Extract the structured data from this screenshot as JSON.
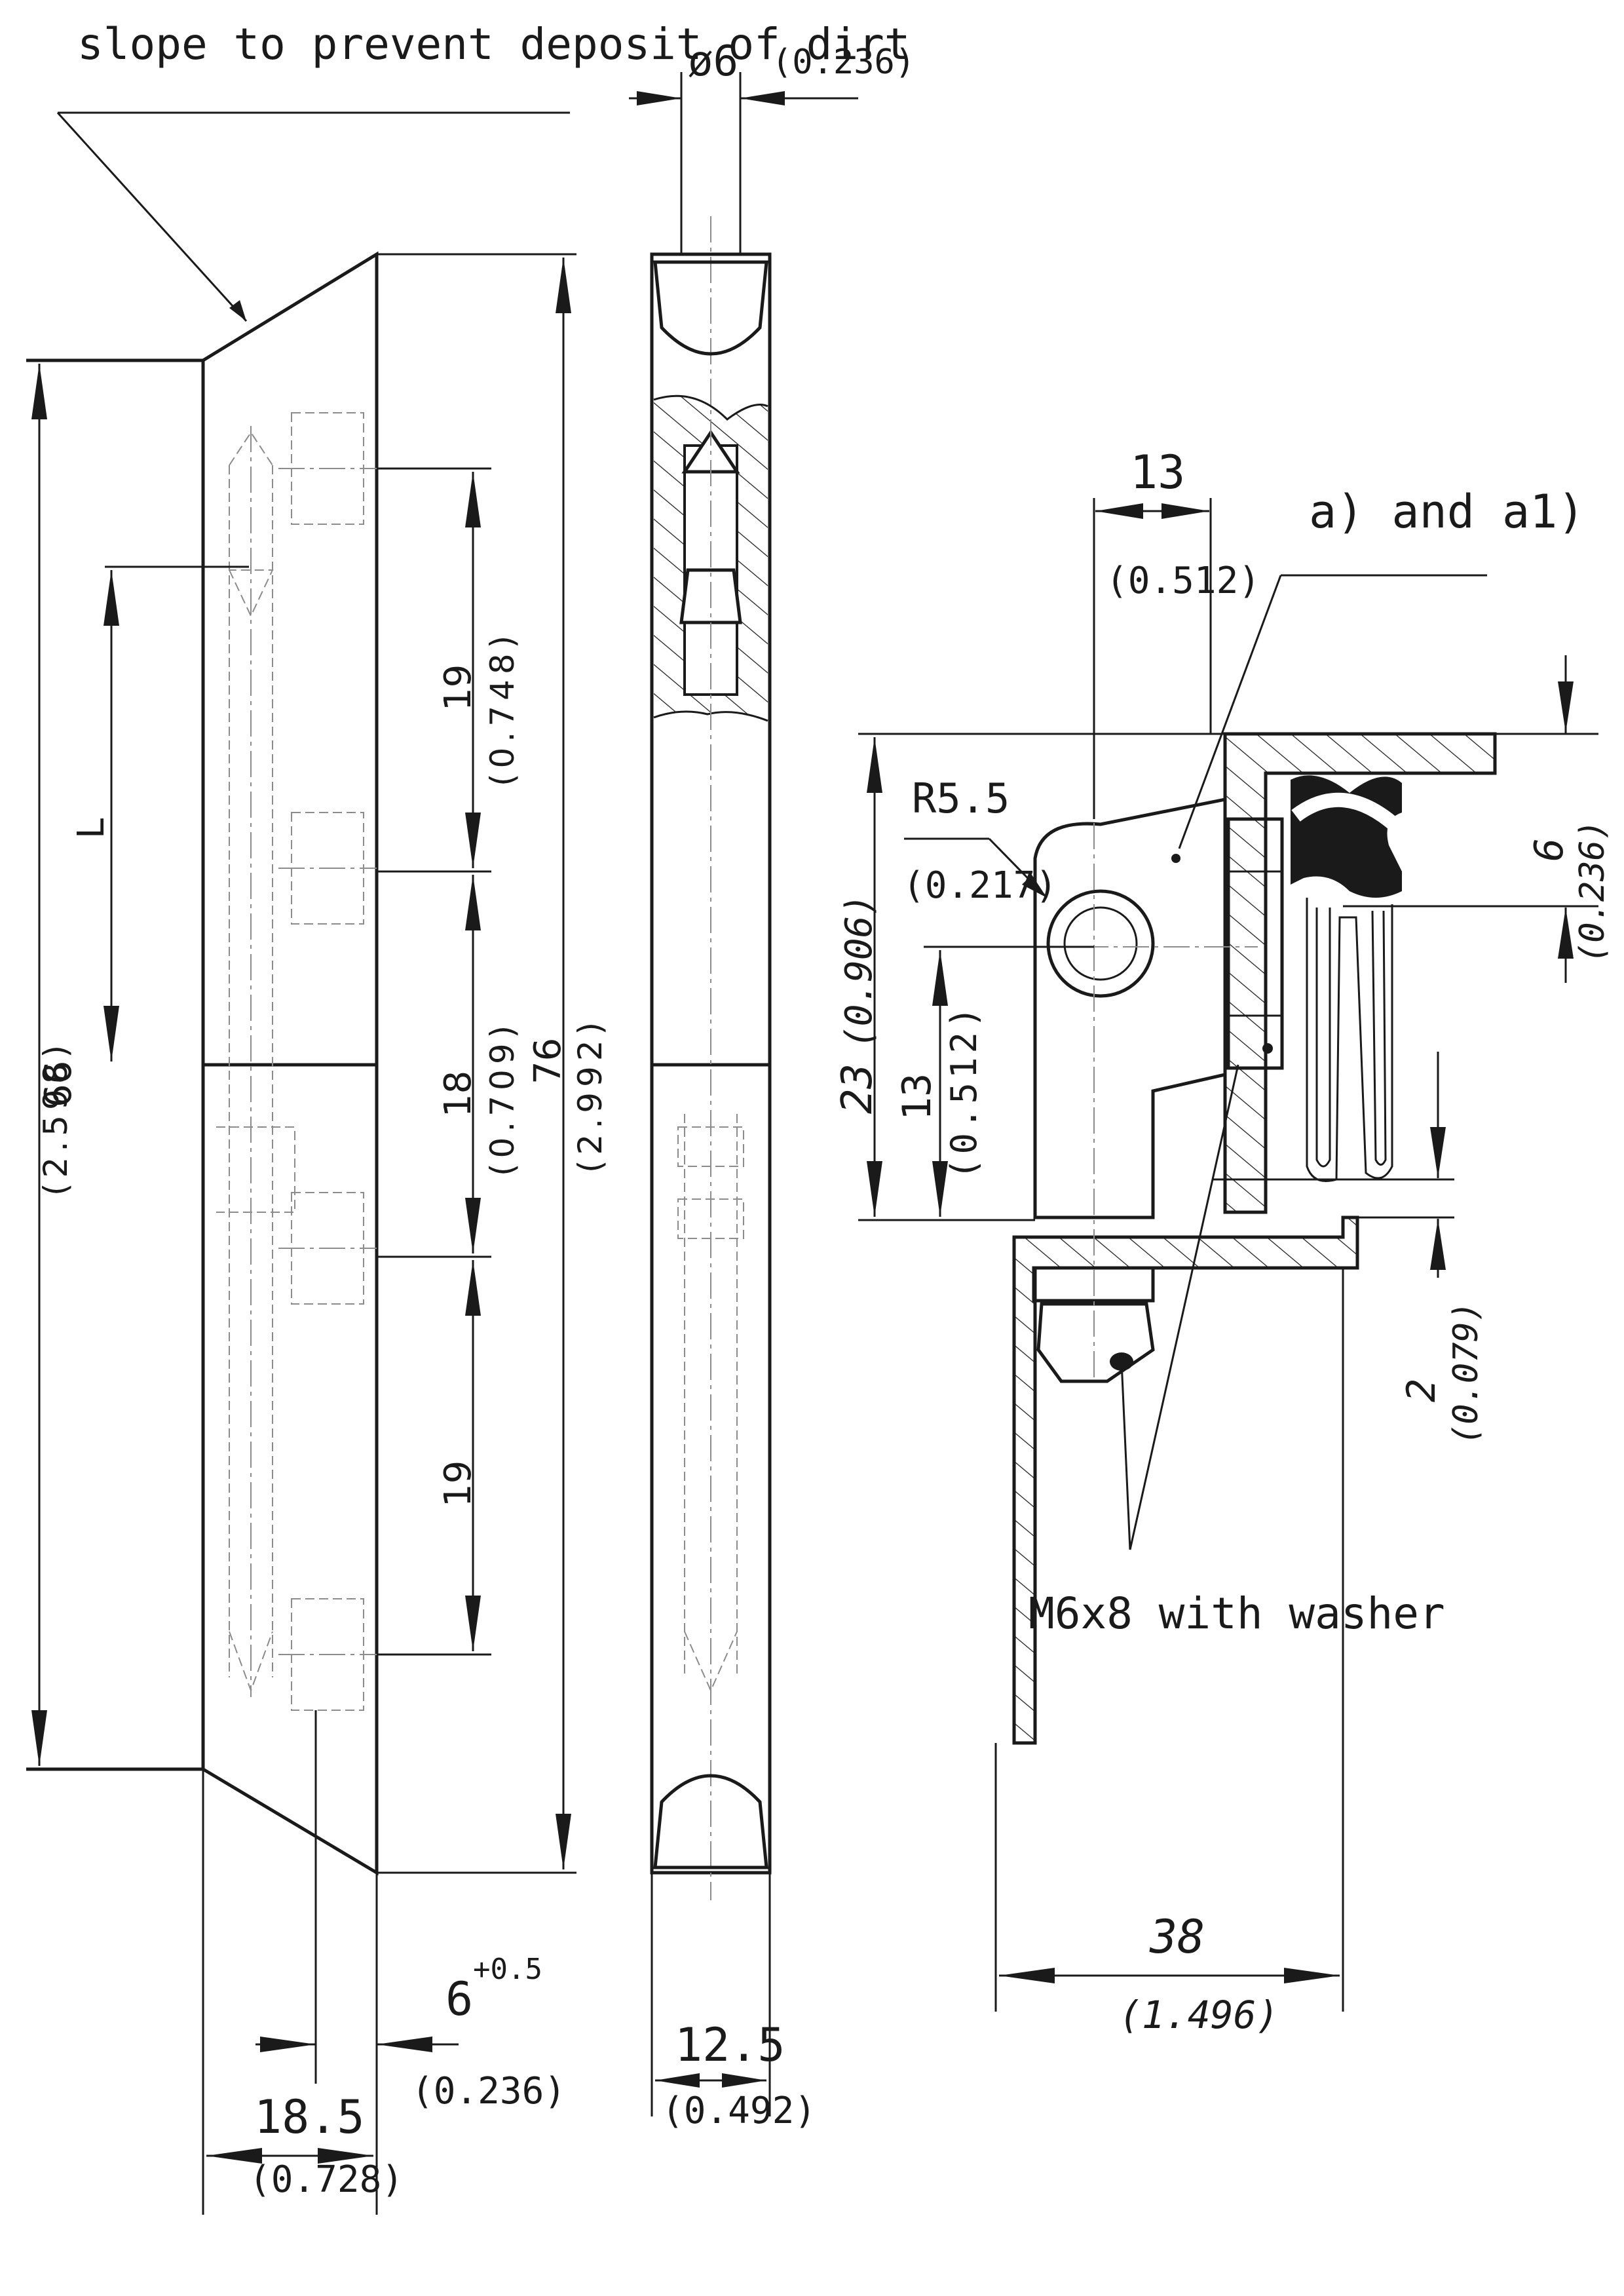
{
  "notes": {
    "slope": "slope to prevent deposit of dirt",
    "seal": "a) and a1)",
    "screw": "M6x8 with washer"
  },
  "left_view": {
    "height_mm": "66",
    "height_in": "(2.598)",
    "length_label": "L",
    "overall_mm": "76",
    "overall_in": "(2.992)",
    "pitch_top_mm": "19",
    "pitch_top_in": "(0.748)",
    "pitch_mid_mm": "18",
    "pitch_mid_in": "(0.709)",
    "pitch_bottom_mm": "19",
    "offset_mm": "6",
    "offset_tol": "+0.5",
    "offset_in": "(0.236)",
    "width_mm": "18.5",
    "width_in": "(0.728)"
  },
  "pin_view": {
    "diameter_mm": "ø6",
    "diameter_in": "(0.236)",
    "width_mm": "12.5",
    "width_in": "(0.492)"
  },
  "section_view": {
    "offset_mm": "13",
    "offset_in": "(0.512)",
    "radius_mm": "R5.5",
    "radius_in": "(0.217)",
    "height_mm": "23",
    "height_in": "(0.906)",
    "axis_mm": "13",
    "axis_in": "(0.512)",
    "seal_mm": "6",
    "seal_in": "(0.236)",
    "gap_mm": "2",
    "gap_in": "(0.079)",
    "depth_mm": "38",
    "depth_in": "(1.496)"
  }
}
